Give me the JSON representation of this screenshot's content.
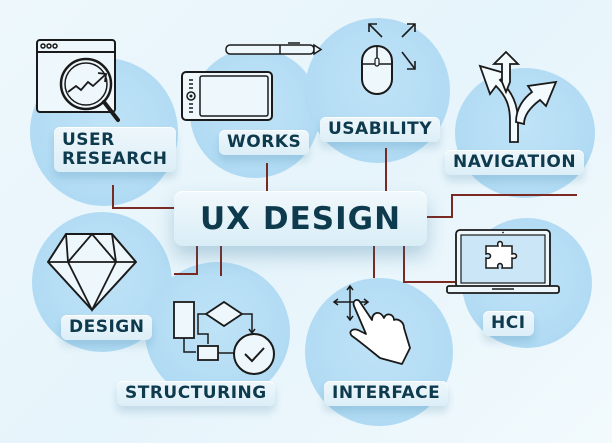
{
  "title": "UX DESIGN",
  "colors": {
    "background": "#eef8fc",
    "circle_fill": "#b3dcf4",
    "label_text": "#0e3a4e",
    "connector": "#7a2a22",
    "icon_stroke": "#1a1a1a",
    "icon_fill": "#eef8fc"
  },
  "center": {
    "label": "UX DESIGN"
  },
  "nodes": [
    {
      "id": "user-research",
      "label_line1": "USER",
      "label_line2": "RESEARCH",
      "icon": "browser-magnifier-chart-icon"
    },
    {
      "id": "works",
      "label": "WORKS",
      "icon": "graphics-tablet-pen-icon"
    },
    {
      "id": "usability",
      "label": "USABILITY",
      "icon": "mouse-expand-icon"
    },
    {
      "id": "navigation",
      "label": "NAVIGATION",
      "icon": "split-arrows-icon"
    },
    {
      "id": "design",
      "label": "DESIGN",
      "icon": "diamond-icon"
    },
    {
      "id": "structuring",
      "label": "STRUCTURING",
      "icon": "flowchart-icon"
    },
    {
      "id": "interface",
      "label": "INTERFACE",
      "icon": "touch-gesture-icon"
    },
    {
      "id": "hci",
      "label": "HCI",
      "icon": "laptop-puzzle-icon"
    }
  ]
}
